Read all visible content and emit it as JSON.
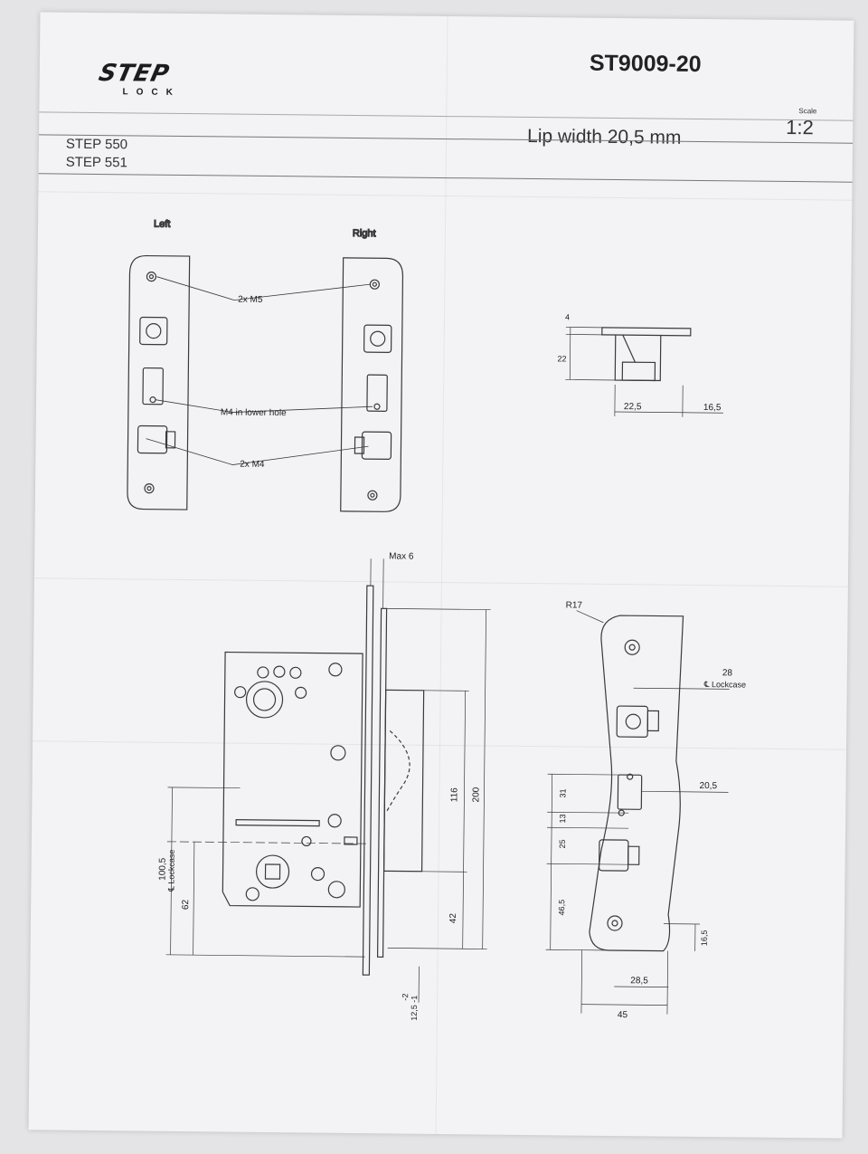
{
  "header": {
    "logo_text": "STEP",
    "logo_sub": "LOCK",
    "document_code": "ST9009-20",
    "lip_width": "Lip width 20,5 mm",
    "scale_label": "Scale",
    "scale_value": "1:2",
    "models": [
      "STEP 550",
      "STEP 551"
    ]
  },
  "strike_plates": {
    "left_label": "Left",
    "right_label": "Right",
    "callout_m5": "2x M5",
    "callout_m4_lower": "M4 in lower hole",
    "callout_m4": "2x M4"
  },
  "side_view": {
    "dim_height_top": "4",
    "dim_height": "22",
    "dim_width_1": "22,5",
    "dim_width_2": "16,5"
  },
  "lockcase": {
    "max_label": "Max 6",
    "dim_116": "116",
    "dim_200": "200",
    "dim_42": "42",
    "dim_100_5": "100,5",
    "lockcase_label": "℄ Lockcase",
    "dim_62": "62",
    "tolerance_1": "-2",
    "tolerance_2": "12,5 -1"
  },
  "front_plate": {
    "radius_label": "R17",
    "dim_28": "28",
    "lockcase_label": "℄ Lockcase",
    "dim_20_5": "20,5",
    "dim_31": "31",
    "dim_13": "13",
    "dim_25": "25",
    "dim_46_5": "46,5",
    "dim_16_5": "16,5",
    "dim_28_5": "28,5",
    "dim_45": "45"
  }
}
